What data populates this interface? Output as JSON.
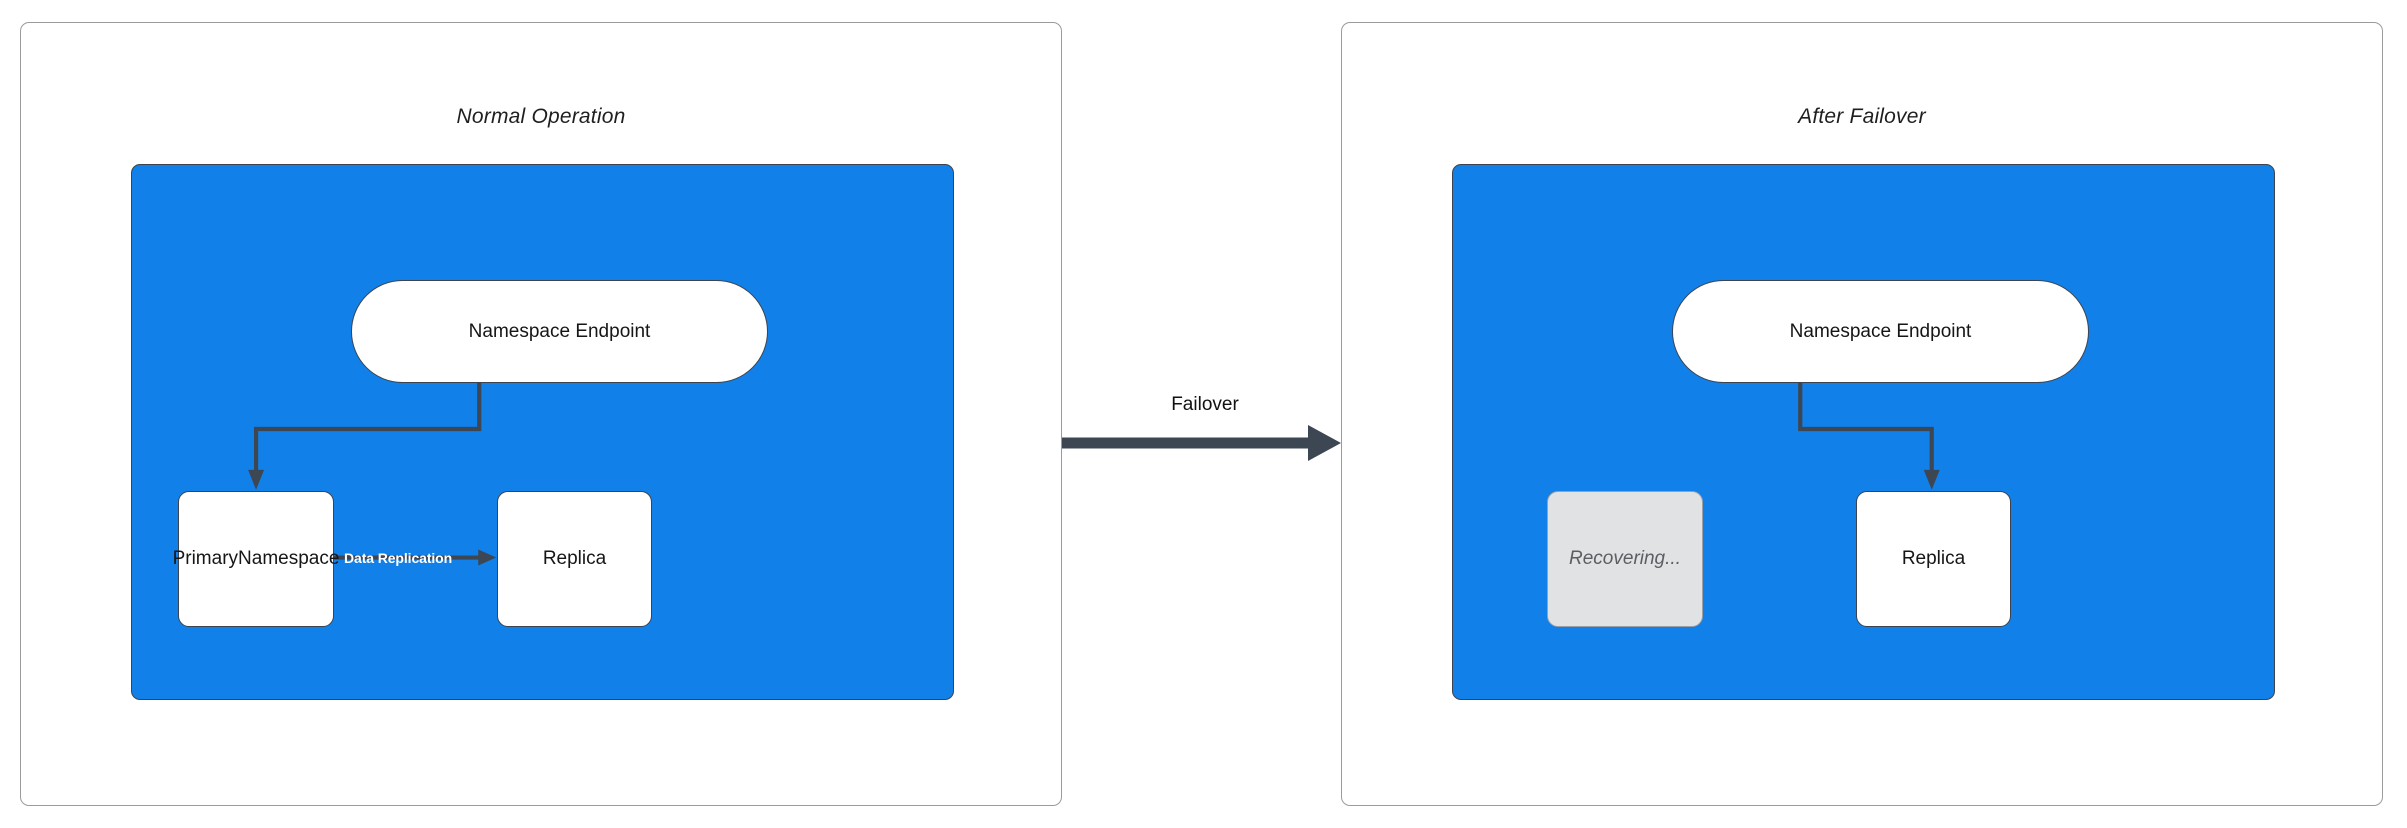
{
  "diagram": {
    "title_left": "Normal Operation",
    "title_right": "After Failover",
    "transition_label": "Failover",
    "colors": {
      "zone_fill": "#1180e8",
      "node_stroke": "#3b4450",
      "node_fill": "#ffffff",
      "muted_fill": "#e1e2e3",
      "muted_text": "#5b5f63",
      "panel_border": "#9b9b9b",
      "replication_label": "#ffffff",
      "arrow": "#3d4653"
    }
  },
  "panels": [
    {
      "id": "normal-operation",
      "title": "Normal Operation",
      "nodes": [
        {
          "id": "endpoint",
          "label": "Namespace Endpoint",
          "shape": "pill",
          "state": "active"
        },
        {
          "id": "primary",
          "label": "Primary\nNamespace",
          "line1": "Primary",
          "line2": "Namespace",
          "shape": "rect",
          "state": "active"
        },
        {
          "id": "replica",
          "label": "Replica",
          "shape": "rect",
          "state": "active"
        }
      ],
      "edges": [
        {
          "from": "endpoint",
          "to": "primary",
          "label": ""
        },
        {
          "from": "primary",
          "to": "replica",
          "label": "Data Replication"
        }
      ]
    },
    {
      "id": "after-failover",
      "title": "After Failover",
      "nodes": [
        {
          "id": "endpoint",
          "label": "Namespace Endpoint",
          "shape": "pill",
          "state": "active"
        },
        {
          "id": "recovering",
          "label": "Recovering...",
          "shape": "rect",
          "state": "disabled"
        },
        {
          "id": "replica",
          "label": "Replica",
          "shape": "rect",
          "state": "active"
        }
      ],
      "edges": [
        {
          "from": "endpoint",
          "to": "replica",
          "label": ""
        }
      ]
    }
  ]
}
